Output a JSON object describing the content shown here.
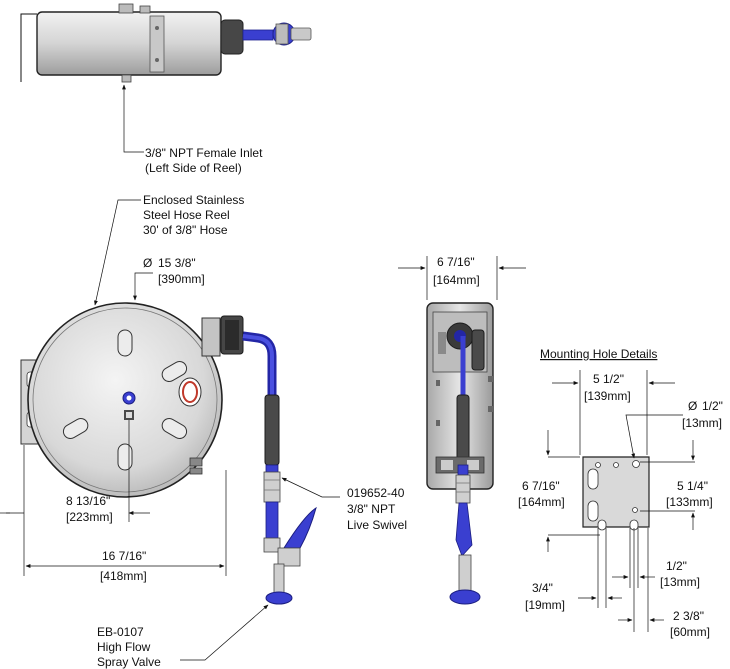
{
  "callouts": {
    "inlet": [
      "3/8\" NPT Female Inlet",
      "(Left Side of Reel)"
    ],
    "reel": [
      "Enclosed Stainless",
      "Steel Hose Reel",
      "30' of 3/8\" Hose"
    ],
    "swivel": [
      "019652-40",
      "3/8\" NPT",
      "Live Swivel"
    ],
    "valve": [
      "EB-0107",
      "High Flow",
      "Spray Valve"
    ]
  },
  "dimensions": {
    "diameter": [
      "15 3/8\"",
      "[390mm]"
    ],
    "center_offset": [
      "8 13/16\"",
      "[223mm]"
    ],
    "overall_width": [
      "16 7/16\"",
      "[418mm]"
    ],
    "side_depth": [
      "6 7/16\"",
      "[164mm]"
    ]
  },
  "mounting_detail": {
    "title": "Mounting Hole Details",
    "hole_spacing": [
      "5 1/2\"",
      "[139mm]"
    ],
    "hole_diameter": [
      "1/2\"",
      "[13mm]"
    ],
    "plate_height": [
      "6 7/16\"",
      "[164mm]"
    ],
    "hole_vertical": [
      "5 1/4\"",
      "[133mm]"
    ],
    "slot_width": [
      "1/2\"",
      "[13mm]"
    ],
    "slot_spacing": [
      "3/4\"",
      "[19mm]"
    ],
    "slot_to_edge": [
      "2 3/8\"",
      "[60mm]"
    ]
  },
  "symbols": {
    "diameter_symbol": "Ø"
  },
  "colors": {
    "hose": "#3a3fd0",
    "hose_dark": "#2326a6",
    "steel": "#d9d9d9",
    "steel_dark": "#a9a9a9",
    "grip": "#4a4a4a",
    "accent_red": "#c0392b"
  }
}
